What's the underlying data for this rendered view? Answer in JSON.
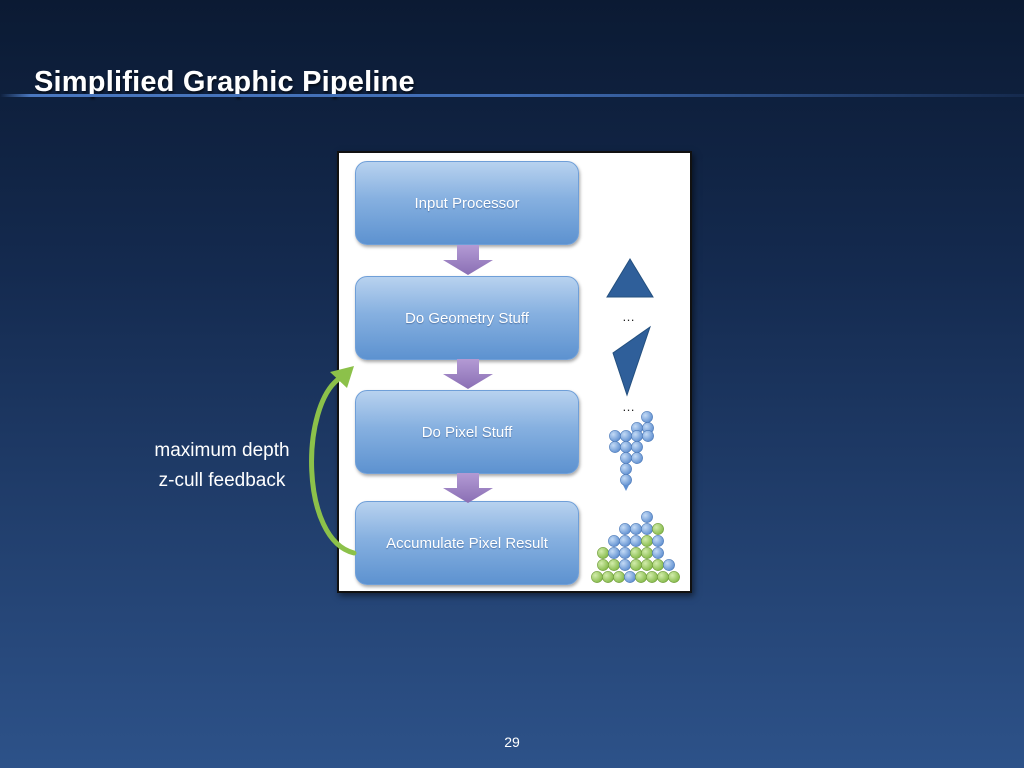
{
  "slide": {
    "title": "Simplified Graphic Pipeline",
    "page_number": "29"
  },
  "pipeline": {
    "stages": [
      {
        "label": "Input Processor"
      },
      {
        "label": "Do Geometry Stuff"
      },
      {
        "label": "Do Pixel Stuff"
      },
      {
        "label": "Accumulate Pixel Result"
      }
    ],
    "ellipsis_1": "…",
    "ellipsis_2": "…"
  },
  "feedback": {
    "line1": "maximum depth",
    "line2": "z-cull feedback"
  },
  "colors": {
    "stage_fill": "#7fa9dd",
    "down_arrow": "#9b7fc0",
    "feedback_arrow": "#8cc14a",
    "triangle": "#2f5f9a",
    "pixel_blue": "#79a3dd",
    "pixel_green": "#9ccc5c"
  }
}
